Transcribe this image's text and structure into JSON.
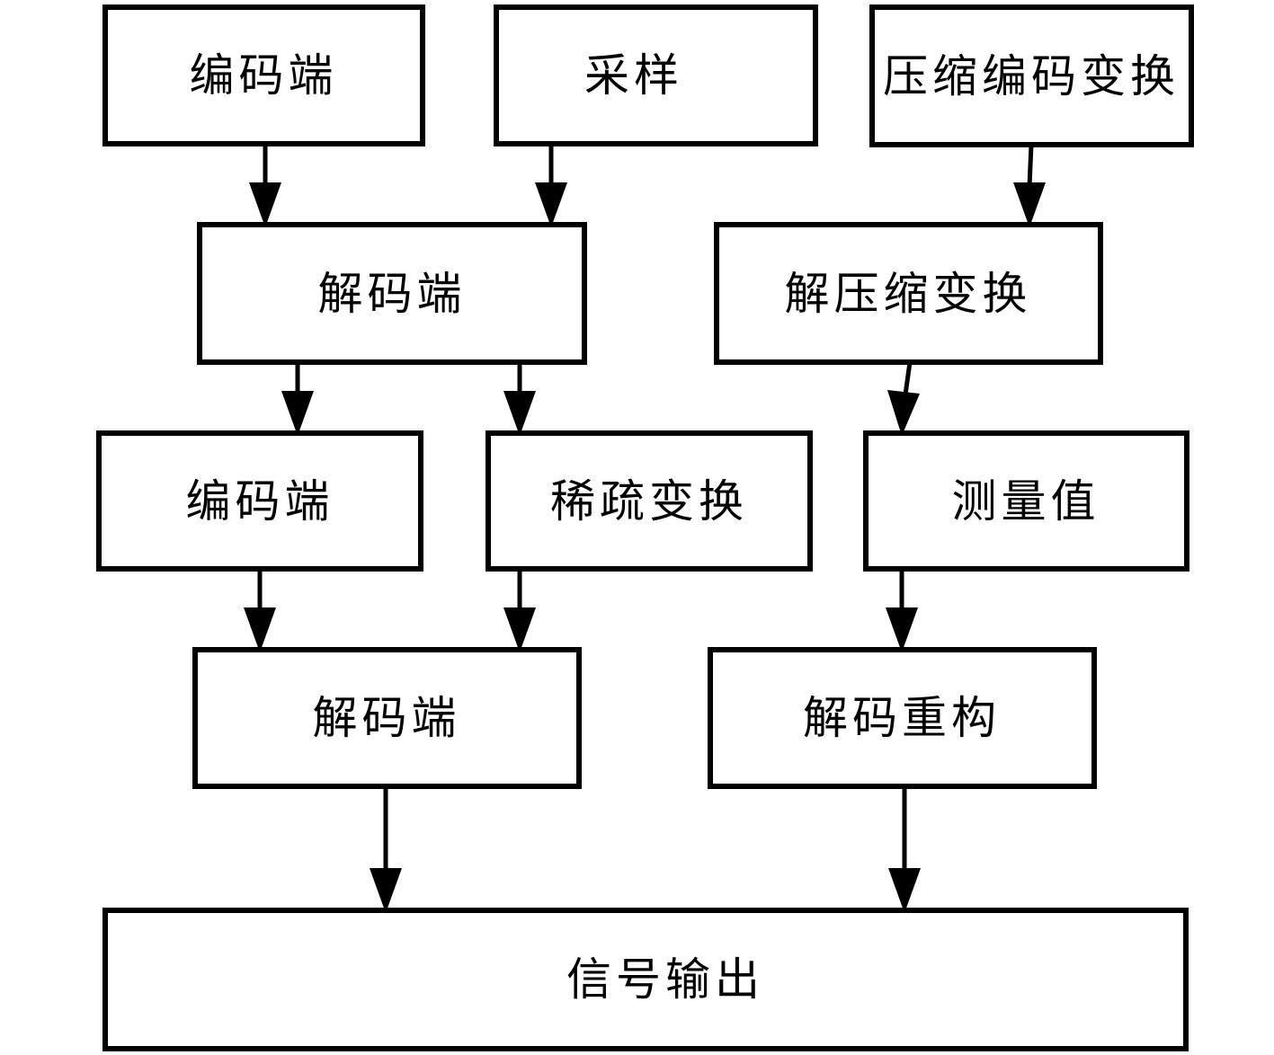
{
  "diagram": {
    "type": "flowchart",
    "background_color": "#ffffff",
    "line_color": "#000000",
    "nodes": {
      "encoder_top": {
        "label": "编码端"
      },
      "sampling": {
        "label": "采样"
      },
      "compress_encode_transform": {
        "label": "压缩编码变换"
      },
      "decoder_mid": {
        "label": "解码端"
      },
      "decompress_transform": {
        "label": "解压缩变换"
      },
      "encoder_row3": {
        "label": "编码端"
      },
      "sparse_transform": {
        "label": "稀疏变换"
      },
      "measurement_value": {
        "label": "测量值"
      },
      "decoder_row4": {
        "label": "解码端"
      },
      "decode_reconstruct": {
        "label": "解码重构"
      },
      "signal_output": {
        "label": "信号输出"
      }
    },
    "edges": [
      {
        "from": "encoder_top",
        "to": "decoder_mid"
      },
      {
        "from": "sampling",
        "to": "decoder_mid"
      },
      {
        "from": "compress_encode_transform",
        "to": "decompress_transform"
      },
      {
        "from": "decoder_mid",
        "to": "encoder_row3"
      },
      {
        "from": "decoder_mid",
        "to": "sparse_transform"
      },
      {
        "from": "decompress_transform",
        "to": "measurement_value"
      },
      {
        "from": "encoder_row3",
        "to": "decoder_row4"
      },
      {
        "from": "sparse_transform",
        "to": "decoder_row4"
      },
      {
        "from": "measurement_value",
        "to": "decode_reconstruct"
      },
      {
        "from": "decoder_row4",
        "to": "signal_output"
      },
      {
        "from": "decode_reconstruct",
        "to": "signal_output"
      }
    ]
  }
}
